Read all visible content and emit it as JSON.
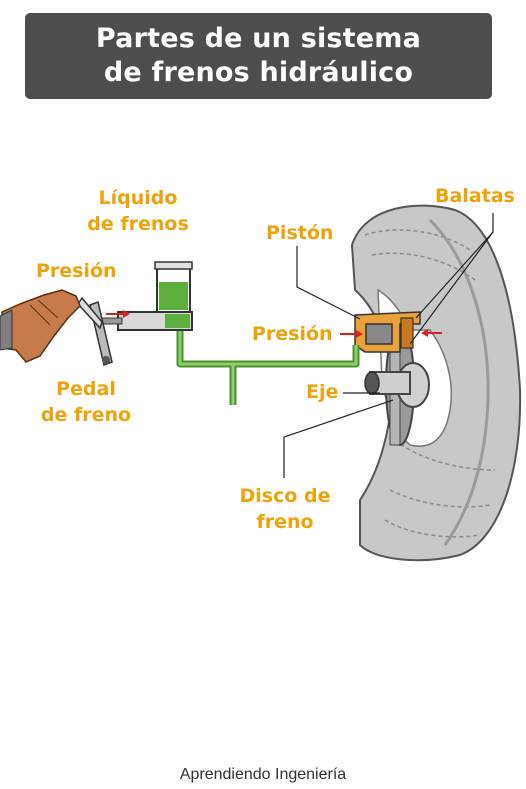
{
  "title": {
    "line1": "Partes de un sistema",
    "line2": "de frenos hidráulico"
  },
  "labels": {
    "liquido_line1": "Líquido",
    "liquido_line2": "de frenos",
    "presion_pedal": "Presión",
    "pedal_line1": "Pedal",
    "pedal_line2": "de freno",
    "piston": "Pistón",
    "balatas": "Balatas",
    "presion_piston": "Presión",
    "eje": "Eje",
    "disco_line1": "Disco de",
    "disco_line2": "freno"
  },
  "footer": "Aprendiendo Ingeniería",
  "colors": {
    "title_bg": "#4d4d4d",
    "label": "#f0a20a",
    "fluid": "#5daf3c",
    "arrow": "#e02020"
  }
}
